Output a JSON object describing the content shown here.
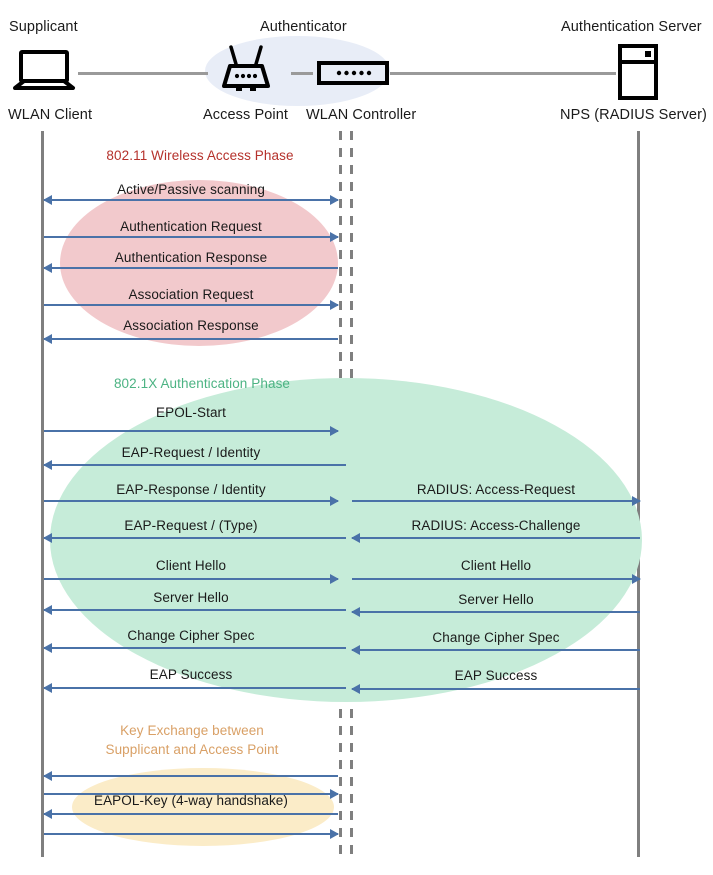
{
  "diagram": {
    "title": "802.1X WLAN authentication sequence",
    "colors": {
      "arrow": "#4a72a8",
      "lifeline": "#7f7f7f",
      "bus": "#9a9a9a",
      "phase_80211": "#b5322c",
      "phase_8021x": "#4cb383",
      "phase_key": "#d9a066",
      "blob_pink": "#f2c9cc",
      "blob_green": "#c6ecd9",
      "blob_amber": "#fbecc8",
      "blob_authenticator": "#e8edf7"
    }
  },
  "header": {
    "roles": [
      {
        "label": "Supplicant"
      },
      {
        "label": "Authenticator"
      },
      {
        "label": "Authentication Server"
      }
    ],
    "nodes": [
      {
        "label": "WLAN Client",
        "icon": "laptop-icon"
      },
      {
        "label": "Access Point",
        "icon": "wireless-router-icon"
      },
      {
        "label": "WLAN Controller",
        "icon": "network-switch-icon"
      },
      {
        "label": "NPS (RADIUS Server)",
        "icon": "server-tower-icon"
      }
    ]
  },
  "phases": [
    {
      "id": "phase-80211",
      "caption": "802.11 Wireless Access Phase",
      "color": "#b5322c",
      "messages": [
        {
          "label": "Active/Passive scanning",
          "direction": "both",
          "segment": "left"
        },
        {
          "label": "Authentication Request",
          "direction": "right",
          "segment": "left"
        },
        {
          "label": "Authentication Response",
          "direction": "left",
          "segment": "left"
        },
        {
          "label": "Association Request",
          "direction": "right",
          "segment": "left"
        },
        {
          "label": "Association Response",
          "direction": "left",
          "segment": "left"
        }
      ]
    },
    {
      "id": "phase-8021x",
      "caption": "802.1X Authentication Phase",
      "color": "#4cb383",
      "messages": [
        {
          "label": "EPOL-Start",
          "direction": "right",
          "segment": "left"
        },
        {
          "label": "EAP-Request / Identity",
          "direction": "left",
          "segment": "left"
        },
        {
          "label": "EAP-Response / Identity",
          "direction": "right",
          "segment": "left"
        },
        {
          "label": "RADIUS: Access-Request",
          "direction": "right",
          "segment": "right"
        },
        {
          "label": "EAP-Request / (Type)",
          "direction": "left",
          "segment": "left"
        },
        {
          "label": "RADIUS: Access-Challenge",
          "direction": "left",
          "segment": "right"
        },
        {
          "label": "Client Hello",
          "direction": "right",
          "segment": "left"
        },
        {
          "label": "Client Hello",
          "direction": "right",
          "segment": "right"
        },
        {
          "label": "Server Hello",
          "direction": "left",
          "segment": "left"
        },
        {
          "label": "Server Hello",
          "direction": "left",
          "segment": "right"
        },
        {
          "label": "Change Cipher Spec",
          "direction": "left",
          "segment": "left"
        },
        {
          "label": "Change Cipher Spec",
          "direction": "left",
          "segment": "right"
        },
        {
          "label": "EAP Success",
          "direction": "left",
          "segment": "left"
        },
        {
          "label": "EAP Success",
          "direction": "left",
          "segment": "right"
        }
      ]
    },
    {
      "id": "phase-key-exchange",
      "caption": "Key Exchange between\nSupplicant and Access Point",
      "color": "#d9a066",
      "messages": [
        {
          "label": "",
          "direction": "left",
          "segment": "left"
        },
        {
          "label": "",
          "direction": "right",
          "segment": "left"
        },
        {
          "label": "EAPOL-Key (4-way handshake)",
          "direction": "left",
          "segment": "left"
        },
        {
          "label": "",
          "direction": "right",
          "segment": "left"
        }
      ]
    }
  ]
}
